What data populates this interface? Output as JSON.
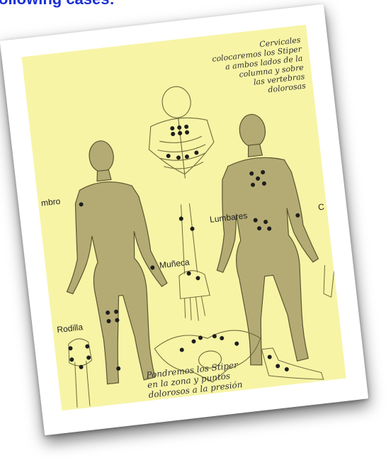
{
  "heading": "ollowing cases:",
  "chart": {
    "cervical_lines": [
      "Cervicales",
      "colocaremos los Stiper",
      "a ambos lados de la",
      "columna y sobre",
      "las vertebras",
      "dolorosas"
    ],
    "labels": {
      "hombro": "mbro",
      "muneca": "Muñeca",
      "lumbares": "Lumbares",
      "codo": "C",
      "rodilla": "Rodilla"
    },
    "bottom_lines": [
      "Pondremos los Stiper",
      "en la zona  y puntos",
      "dolorosos a la presión"
    ]
  },
  "colors": {
    "paper_bg": "#f7f4a6",
    "body_fill": "#b4ab74",
    "body_stroke": "#5a5530",
    "point": "#1e1e1e",
    "heading": "#1b2fd6"
  }
}
